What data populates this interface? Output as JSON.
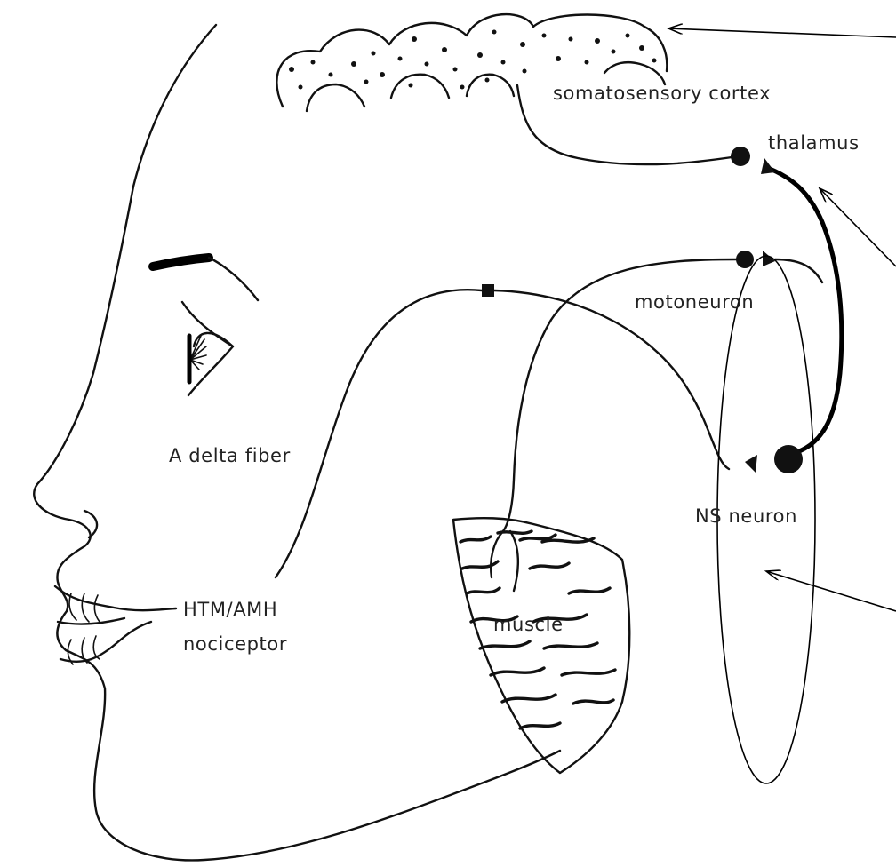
{
  "labels": {
    "somatosensory_cortex": "somatosensory cortex",
    "thalamus": "thalamus",
    "motoneuron": "motoneuron",
    "a_delta_fiber": "A delta fiber",
    "ns_neuron": "NS neuron",
    "htm_amh_line1": "HTM/AMH",
    "htm_amh_line2": "nociceptor",
    "muscle": "muscle"
  },
  "colors": {
    "ink": "#111111",
    "background": "#ffffff"
  }
}
